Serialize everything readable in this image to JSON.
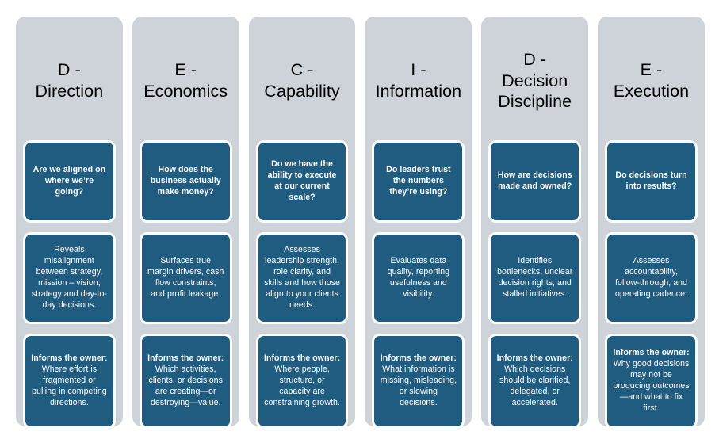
{
  "theme": {
    "column_bg": "#CED3D9",
    "card_bg": "#1F5C80",
    "card_border": "#FFFFFF",
    "heading_color": "#000000",
    "card_text_color": "#FFFFFF",
    "page_bg": "#FFFFFF"
  },
  "columns": [
    {
      "heading": "D - Direction",
      "question": "Are we aligned on where we’re going?",
      "insight": "Reveals misalignment between strategy, mission – vision, strategy and day-to-day decisions.",
      "owner_lead": "Informs the owner:",
      "owner_body": "Where effort is fragmented or pulling in competing directions."
    },
    {
      "heading": "E - Economics",
      "question": "How does the business actually make money?",
      "insight": "Surfaces true margin drivers, cash flow constraints, and profit leakage.",
      "owner_lead": "Informs the owner:",
      "owner_body": "Which activities, clients, or decisions are creating—or destroying—value."
    },
    {
      "heading": "C - Capability",
      "question": "Do we have the ability to execute at our current scale?",
      "insight": "Assesses leadership strength, role clarity, and skills and how those align to your clients needs.",
      "owner_lead": "Informs the owner:",
      "owner_body": "Where people, structure, or capacity are constraining growth."
    },
    {
      "heading": "I - Information",
      "question": "Do leaders trust the numbers they’re using?",
      "insight": "Evaluates data quality, reporting usefulness and visibility.",
      "owner_lead": "Informs the owner:",
      "owner_body": "What information is missing, misleading, or slowing decisions."
    },
    {
      "heading": "D - Decision Discipline",
      "question": "How are decisions made and owned?",
      "insight": "Identifies bottlenecks, unclear decision rights, and stalled initiatives.",
      "owner_lead": "Informs the owner:",
      "owner_body": "Which decisions should be clarified, delegated, or accelerated."
    },
    {
      "heading": "E - Execution",
      "question": "Do decisions turn into results?",
      "insight": "Assesses accountability, follow-through, and operating cadence.",
      "owner_lead": "Informs the owner:",
      "owner_body": "Why good decisions may not be producing outcomes—and what to fix first."
    }
  ]
}
